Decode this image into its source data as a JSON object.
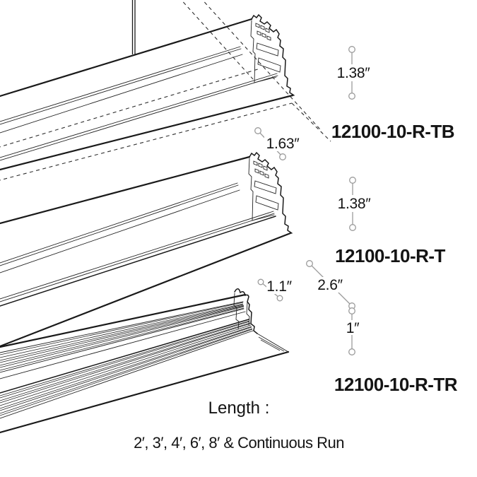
{
  "products": {
    "tb": {
      "model": "12100-10-R-TB",
      "height_dim": "1.38″"
    },
    "t": {
      "model": "12100-10-R-T",
      "width_dim": "1.63″",
      "height_dim": "1.38″"
    },
    "tr": {
      "model": "12100-10-R-TR",
      "lip_dim": "1.1″",
      "width_dim": "2.6″",
      "height_dim": "1″"
    }
  },
  "footer": {
    "length_label": "Length :",
    "length_options": "2′, 3′, 4′, 6′, 8′ & Continuous Run"
  },
  "colors": {
    "background": "#ffffff",
    "drawing_line": "#1a1a1a",
    "dimension_line": "#9b9b9b",
    "text": "#141414"
  }
}
